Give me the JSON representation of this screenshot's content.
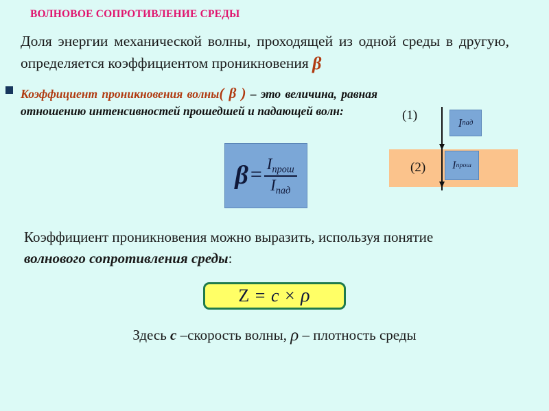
{
  "slide": {
    "background_color": "#dcfaf6",
    "title": "ВОЛНОВОЕ СОПРОТИВЛЕНИЕ СРЕДЫ",
    "title_color": "#e0146e"
  },
  "paragraph_intro": {
    "text_before_symbol": "Доля энергии механической волны, проходящей из одной среды в другую, определяется коэффициентом проникновения ",
    "symbol": "β",
    "symbol_color": "#b03a10"
  },
  "bullet_definition": {
    "marker": "square-bullet",
    "marker_color": "#17365d",
    "highlight_text": "Коэффициент проникновения волны",
    "symbol_paren": "( β )",
    "rest_text": " – это величина,     равная отношению интенсивностей прошедшей и падающей волн:",
    "highlight_color": "#b03a10"
  },
  "formula_beta": {
    "lhs": "β",
    "operator": "=",
    "numerator_symbol": "I",
    "numerator_sub": "прош",
    "denominator_symbol": "I",
    "denominator_sub": "пад",
    "box_fill": "#7ba7d7",
    "box_border": "#5b86b8"
  },
  "diagram": {
    "medium_1_label": "(1)",
    "medium_2_label": "(2)",
    "medium_2_fill": "#fbc38c",
    "incident_box": {
      "symbol": "I",
      "sub": "пад"
    },
    "transmitted_box": {
      "symbol": "I",
      "sub": "прош"
    },
    "box_fill": "#7ba7d7",
    "ray_color": "#111111"
  },
  "paragraph_impedance": {
    "line1": "Коэффициент проникновения можно выразить, используя понятие",
    "line2_emphasis": "волнового сопротивления среды",
    "line2_tail": ":"
  },
  "formula_z": {
    "lhs": "Z",
    "operator": "=",
    "factor1": "c",
    "times": "×",
    "factor2": "ρ",
    "box_fill": "#ffff66",
    "box_border": "#1f7a4d"
  },
  "legend_line": {
    "prefix": "Здесь ",
    "var_c": "c",
    "mid": " –скорость волны, ",
    "var_rho": "ρ",
    "suffix": " – плотность среды"
  }
}
